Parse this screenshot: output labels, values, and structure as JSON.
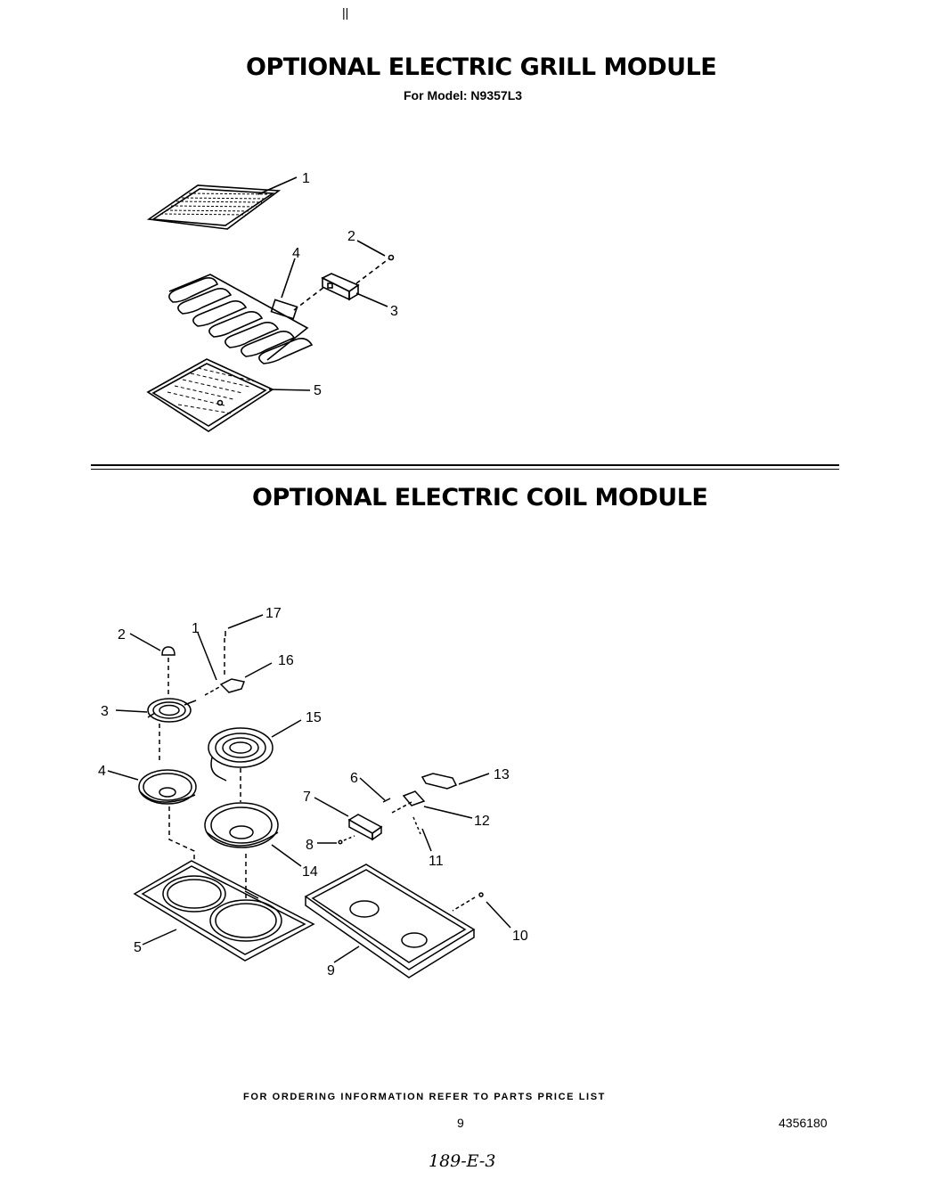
{
  "header": {
    "mark": "||",
    "grill_title": "OPTIONAL ELECTRIC GRILL MODULE",
    "model": "For Model: N9357L3"
  },
  "grill_module": {
    "callouts": [
      "1",
      "2",
      "3",
      "4",
      "5"
    ]
  },
  "coil_module": {
    "title": "OPTIONAL ELECTRIC COIL MODULE",
    "callouts": [
      "1",
      "2",
      "3",
      "4",
      "5",
      "6",
      "7",
      "8",
      "9",
      "10",
      "11",
      "12",
      "13",
      "14",
      "15",
      "16",
      "17"
    ]
  },
  "footer": {
    "ordering_note": "FOR ORDERING INFORMATION REFER TO PARTS PRICE LIST",
    "page_number": "9",
    "document_number": "4356180",
    "handwritten_code": "189-E-3"
  }
}
